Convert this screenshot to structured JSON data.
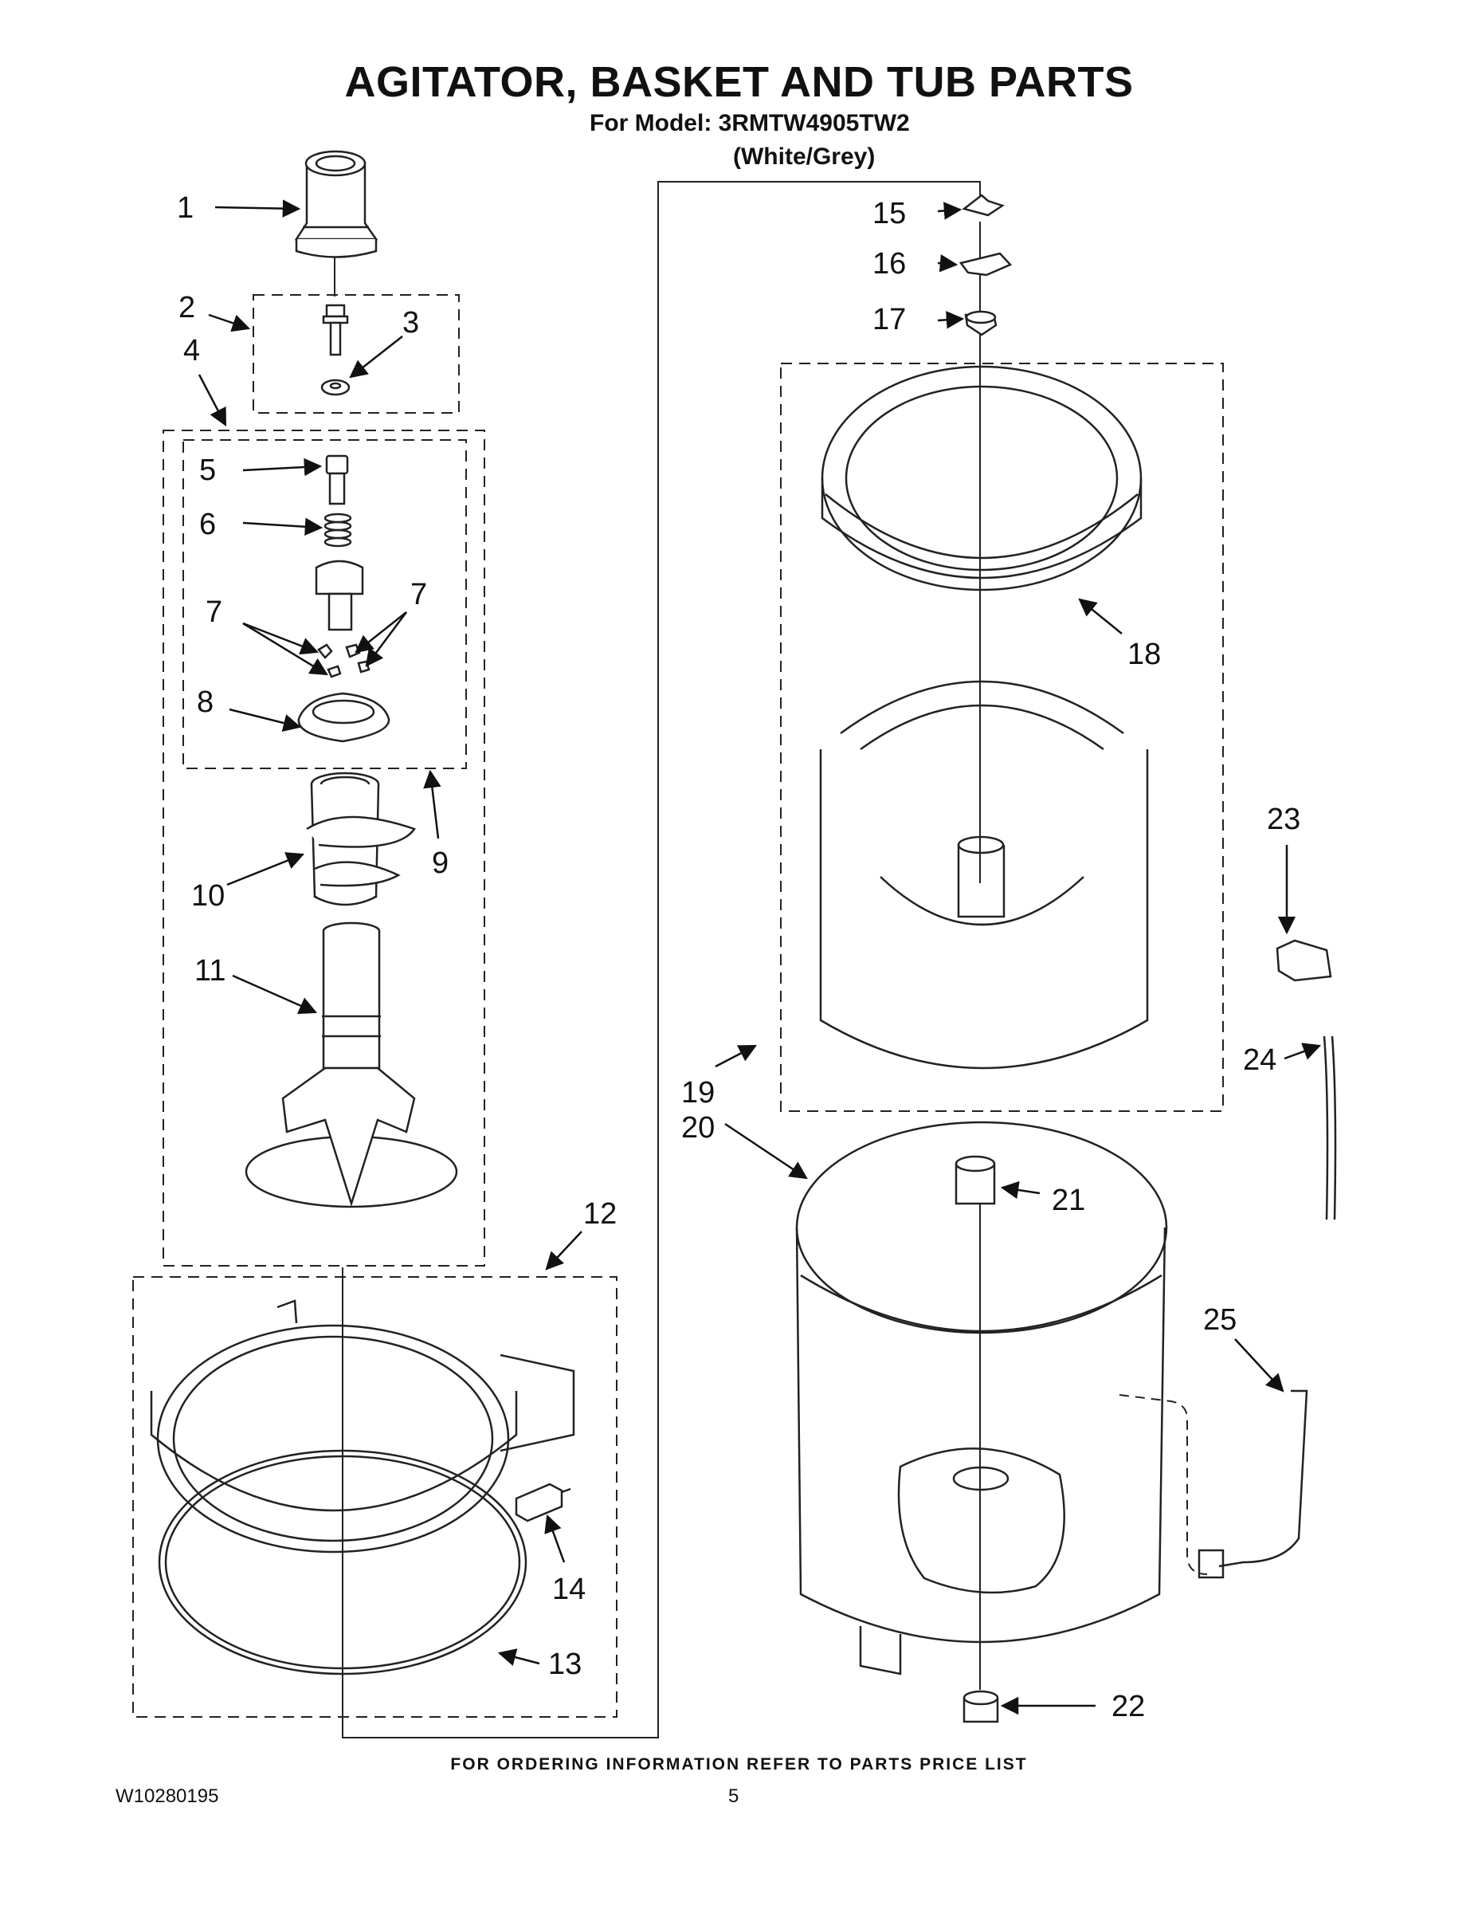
{
  "header": {
    "title": "AGITATOR, BASKET AND TUB PARTS",
    "model_line": "For Model: 3RMTW4905TW2",
    "color_line": "(White/Grey)"
  },
  "callouts": [
    "1",
    "2",
    "3",
    "4",
    "5",
    "6",
    "7",
    "7",
    "8",
    "9",
    "10",
    "11",
    "12",
    "13",
    "14",
    "15",
    "16",
    "17",
    "18",
    "19",
    "20",
    "21",
    "22",
    "23",
    "24",
    "25"
  ],
  "footer": {
    "ordering_note": "FOR ORDERING INFORMATION REFER TO PARTS PRICE LIST",
    "doc_number": "W10280195",
    "page_number": "5"
  }
}
